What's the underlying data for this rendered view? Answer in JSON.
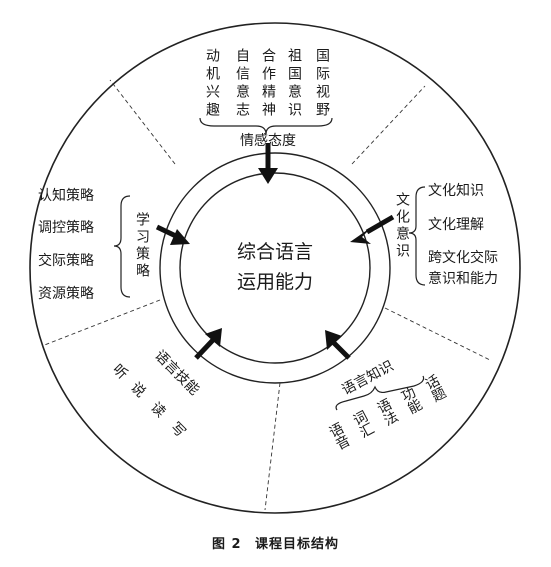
{
  "center": {
    "lines": [
      "综合语言",
      "运用能力"
    ]
  },
  "sectors": {
    "emotion": {
      "title": "情感态度",
      "items": [
        "动机兴趣",
        "自信意志",
        "合作精神",
        "祖国意识",
        "国际视野"
      ]
    },
    "culture": {
      "title": "文化意识",
      "items": [
        "文化知识",
        "文化理解",
        "跨文化交际",
        "意识和能力"
      ]
    },
    "knowledge": {
      "title": "语言知识",
      "items": [
        "语音",
        "词汇",
        "语法",
        "功能",
        "话题"
      ]
    },
    "skills": {
      "title": "语言技能",
      "items": [
        "听",
        "说",
        "读",
        "写"
      ]
    },
    "strategy": {
      "title": "学习策略",
      "items": [
        "认知策略",
        "调控策略",
        "交际策略",
        "资源策略"
      ]
    }
  },
  "caption": {
    "figure": "图 2",
    "title": "课程目标结构"
  },
  "colors": {
    "line": "#222222",
    "text": "#1a1a1a",
    "background": "#ffffff"
  }
}
